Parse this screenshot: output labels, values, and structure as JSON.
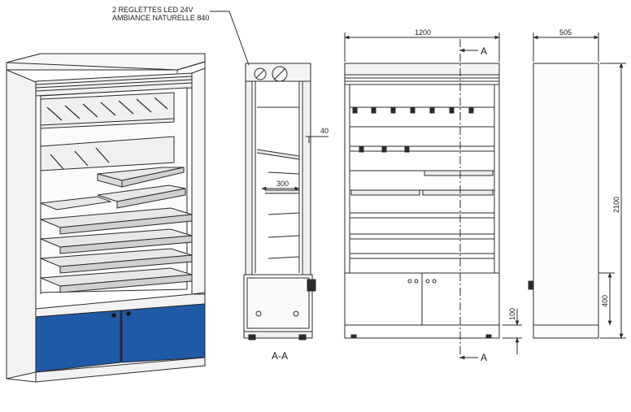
{
  "annotation": {
    "line1": "2 REGLETTES LED 24V",
    "line2": "AMBIANCE NATURELLE 840"
  },
  "section": {
    "caption": "A-A",
    "depth_offset": "40",
    "shelf_depth": "300"
  },
  "front": {
    "width": "1200",
    "cut_top": "A",
    "cut_bottom": "A",
    "plinth_height": "100",
    "total_height": "2100"
  },
  "side": {
    "depth": "505",
    "door_height": "400"
  },
  "colors": {
    "door_blue": "#1e5aa6",
    "line": "#2a2a2a",
    "shelf_fill": "#e8e8e8"
  }
}
